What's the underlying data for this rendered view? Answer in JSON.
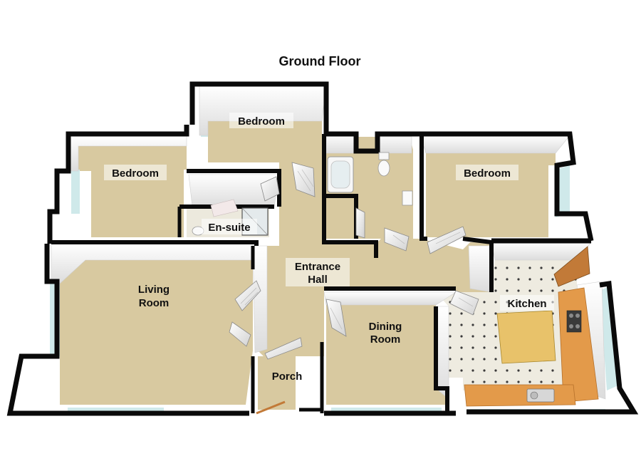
{
  "title": "Ground Floor",
  "rooms": {
    "bedroom_top": {
      "label": "Bedroom"
    },
    "bedroom_left": {
      "label": "Bedroom"
    },
    "bedroom_right": {
      "label": "Bedroom"
    },
    "ensuite": {
      "label": "En-suite"
    },
    "entrance_hall": {
      "label_line1": "Entrance",
      "label_line2": "Hall"
    },
    "living_room": {
      "label_line1": "Living",
      "label_line2": "Room"
    },
    "dining_room": {
      "label_line1": "Dining",
      "label_line2": "Room"
    },
    "kitchen": {
      "label": "Kitchen"
    },
    "porch": {
      "label": "Porch"
    }
  },
  "colors": {
    "carpet": "#d8c9a0",
    "wall_top": "#0a0a0a",
    "wall_face": "#f4f4f4",
    "kitchen_floor": "#ece9dd",
    "worktop": "#e39a4a",
    "window": "#bfe3e6",
    "door": "#eaeaea"
  }
}
